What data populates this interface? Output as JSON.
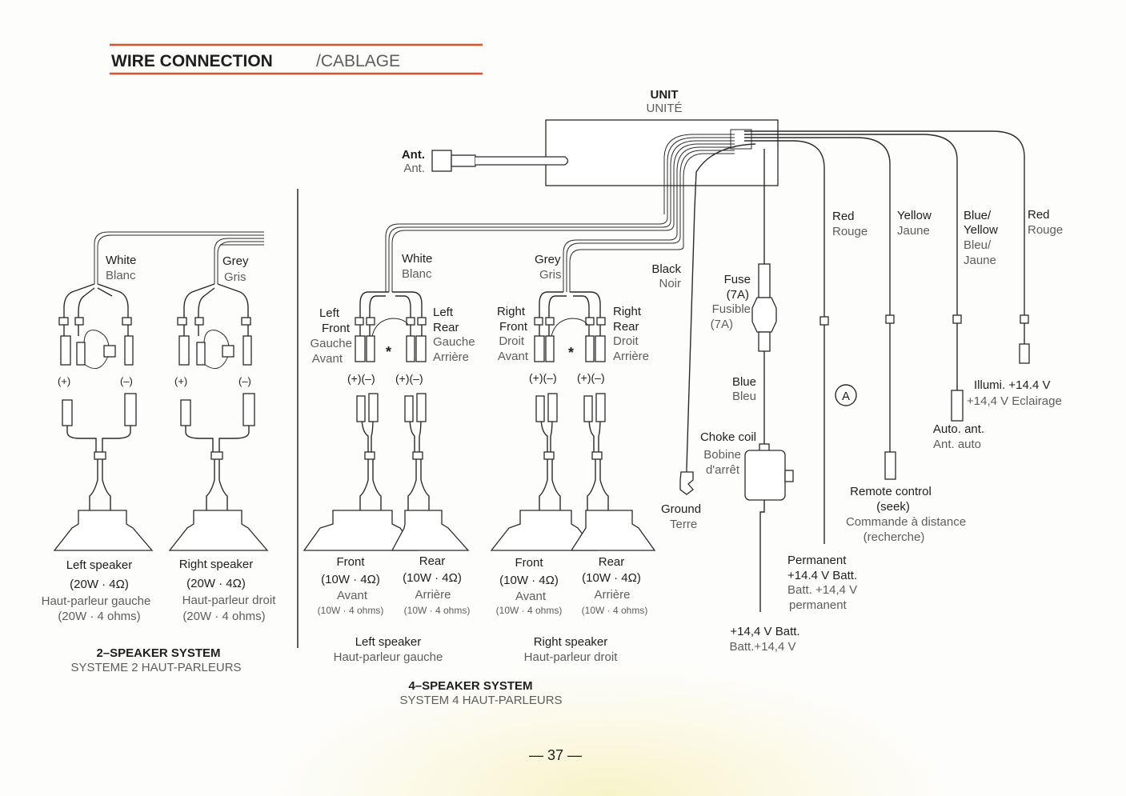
{
  "header": {
    "title_en": "WIRE CONNECTION",
    "title_fr": "/CABLAGE",
    "accent_color": "#e0502a"
  },
  "unit": {
    "en": "UNIT",
    "fr": "UNITÉ"
  },
  "antenna": {
    "en": "Ant.",
    "fr": "Ant."
  },
  "two_speaker": {
    "white": {
      "en": "White",
      "fr": "Blanc"
    },
    "grey": {
      "en": "Grey",
      "fr": "Gris"
    },
    "plus": "(+)",
    "minus": "(–)",
    "left": {
      "en": "Left speaker",
      "rating": "(20W · 4Ω)",
      "fr": "Haut-parleur gauche",
      "fr_rating": "(20W · 4 ohms)"
    },
    "right": {
      "en": "Right speaker",
      "rating": "(20W · 4Ω)",
      "fr": "Haut-parleur droit",
      "fr_rating": "(20W · 4 ohms)"
    },
    "system_en": "2–SPEAKER SYSTEM",
    "system_fr": "SYSTEME 2 HAUT-PARLEURS"
  },
  "four_speaker": {
    "white": {
      "en": "White",
      "fr": "Blanc"
    },
    "grey": {
      "en": "Grey",
      "fr": "Gris"
    },
    "left_front": {
      "en1": "Left",
      "en2": "Front",
      "fr1": "Gauche",
      "fr2": "Avant"
    },
    "left_rear": {
      "en1": "Left",
      "en2": "Rear",
      "fr1": "Gauche",
      "fr2": "Arrière"
    },
    "right_front": {
      "en1": "Right",
      "en2": "Front",
      "fr1": "Droit",
      "fr2": "Avant"
    },
    "right_rear": {
      "en1": "Right",
      "en2": "Rear",
      "fr1": "Droit",
      "fr2": "Arrière"
    },
    "asterisk": "*",
    "polarity": "(+)(–)",
    "front": {
      "en": "Front",
      "rating": "(10W · 4Ω)",
      "fr": "Avant",
      "fr_rating": "(10W · 4 ohms)"
    },
    "rear": {
      "en": "Rear",
      "rating": "(10W · 4Ω)",
      "fr": "Arrière",
      "fr_rating": "(10W · 4 ohms)"
    },
    "left_speaker": {
      "en": "Left speaker",
      "fr": "Haut-parleur gauche"
    },
    "right_speaker": {
      "en": "Right speaker",
      "fr": "Haut-parleur droit"
    },
    "system_en": "4–SPEAKER SYSTEM",
    "system_fr": "SYSTEM 4 HAUT-PARLEURS"
  },
  "power": {
    "black": {
      "en": "Black",
      "fr": "Noir"
    },
    "ground": {
      "en": "Ground",
      "fr": "Terre"
    },
    "fuse": {
      "en1": "Fuse",
      "en2": "(7A)",
      "fr1": "Fusible",
      "fr2": "(7A)"
    },
    "blue": {
      "en": "Blue",
      "fr": "Bleu"
    },
    "choke": {
      "en": "Choke coil",
      "fr1": "Bobine",
      "fr2": "d'arrêt"
    },
    "batt": {
      "en": "+14,4 V Batt.",
      "fr": "Batt.+14,4 V"
    },
    "red1": {
      "en": "Red",
      "fr": "Rouge"
    },
    "yellow": {
      "en": "Yellow",
      "fr": "Jaune"
    },
    "blue_yellow": {
      "en1": "Blue/",
      "en2": "Yellow",
      "fr1": "Bleu/",
      "fr2": "Jaune"
    },
    "red2": {
      "en": "Red",
      "fr": "Rouge"
    },
    "circle_label": "A",
    "permanent": {
      "en1": "Permanent",
      "en2": "+14.4 V Batt.",
      "fr1": "Batt. +14,4 V",
      "fr2": "permanent"
    },
    "remote": {
      "en1": "Remote control",
      "en2": "(seek)",
      "fr1": "Commande à distance",
      "fr2": "(recherche)"
    },
    "auto_ant": {
      "en": "Auto. ant.",
      "fr": "Ant. auto"
    },
    "illumi": {
      "en": "Illumi. +14.4 V",
      "fr": "+14,4 V Eclairage"
    }
  },
  "page_number": "— 37 —"
}
